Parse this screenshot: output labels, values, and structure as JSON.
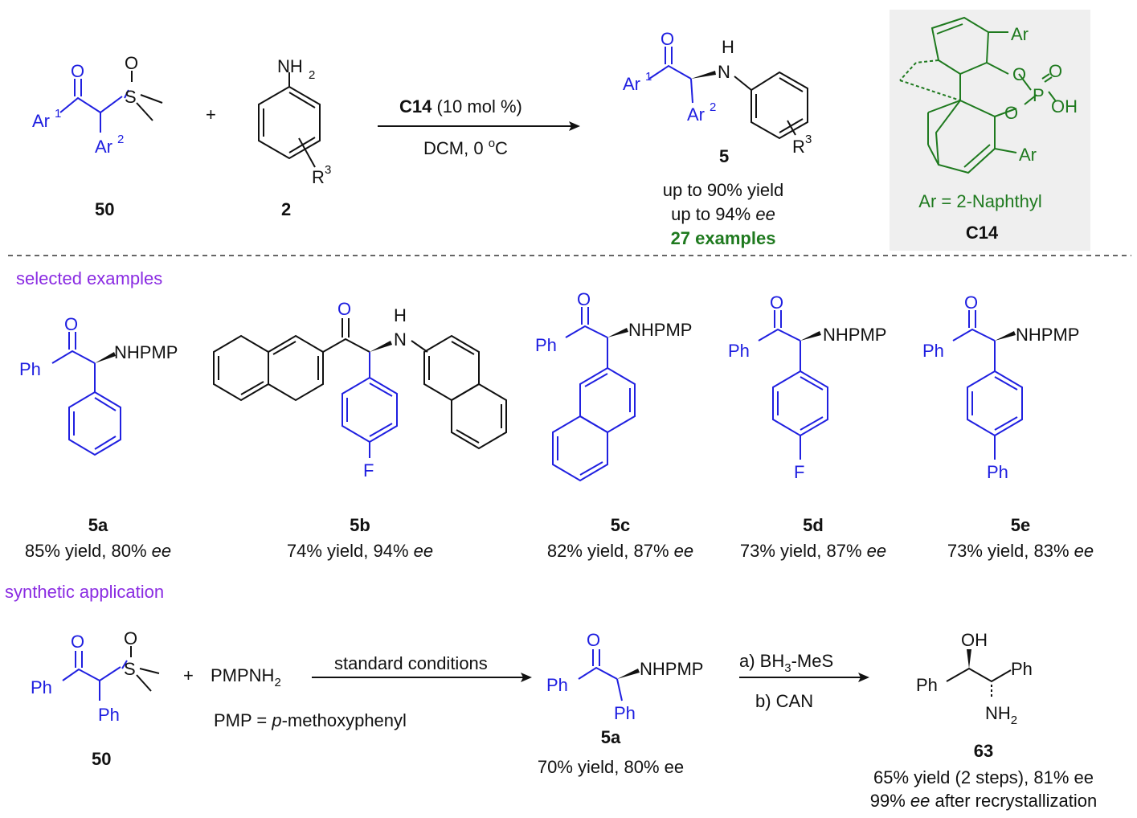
{
  "colors": {
    "text": "#111111",
    "reagent": "#1e1ee0",
    "catalyst": "#1f7a1f",
    "section": "#8a2be2",
    "catalyst_bg": "#efefef"
  },
  "top": {
    "compound_50": {
      "o": "O",
      "ar1": "Ar",
      "ar1_sup": "1",
      "ar2": "Ar",
      "ar2_sup": "2",
      "s": "S",
      "so": "O",
      "label": "50"
    },
    "plus": "+",
    "compound_2": {
      "nh": "NH",
      "nh_sub": "2",
      "r": "R",
      "r_sup": "3",
      "label": "2"
    },
    "conditions": {
      "catalyst": "C14",
      "loading": " (10 mol %)",
      "solvent": "DCM, 0 ",
      "degree": "o",
      "unit": "C"
    },
    "product_5": {
      "o": "O",
      "h": "H",
      "n": "N",
      "ar1": "Ar",
      "ar1_sup": "1",
      "ar2": "Ar",
      "ar2_sup": "2",
      "r": "R",
      "r_sup": "3",
      "label": "5",
      "yield": "up to 90% yield",
      "ee_prefix": "up to 94% ",
      "ee_word": "ee",
      "examples": "27 examples"
    },
    "catalyst_C14": {
      "ar_top": "Ar",
      "ar_bottom": "Ar",
      "o1": "O",
      "o2": "O",
      "p": "P",
      "po": "O",
      "oh": "OH",
      "definition": "Ar = 2-Naphthyl",
      "label": "C14"
    }
  },
  "selected_title": "selected examples",
  "examples": [
    {
      "label": "5a",
      "stats": "85% yield, 80% ",
      "ee": "ee",
      "o": "O",
      "ph": "Ph",
      "amine": "NHPMP"
    },
    {
      "label": "5b",
      "stats": "74% yield, 94% ",
      "ee": "ee",
      "o": "O",
      "h": "H",
      "n": "N",
      "f": "F"
    },
    {
      "label": "5c",
      "stats": "82% yield, 87% ",
      "ee": "ee",
      "o": "O",
      "ph": "Ph",
      "amine": "NHPMP"
    },
    {
      "label": "5d",
      "stats": "73% yield, 87% ",
      "ee": "ee",
      "o": "O",
      "ph": "Ph",
      "amine": "NHPMP",
      "f": "F"
    },
    {
      "label": "5e",
      "stats": "73% yield, 83% ",
      "ee": "ee",
      "o": "O",
      "ph": "Ph",
      "amine": "NHPMP",
      "ph2": "Ph"
    }
  ],
  "synthetic_title": "synthetic application",
  "application": {
    "start": {
      "o": "O",
      "ph": "Ph",
      "ph2": "Ph",
      "s": "S",
      "so": "O",
      "label": "50"
    },
    "plus": "+",
    "amine": "PMPNH",
    "amine_sub": "2",
    "pmp_def_a": "PMP = ",
    "pmp_def_p": "p",
    "pmp_def_b": "-methoxyphenyl",
    "arrow1": "standard conditions",
    "mid": {
      "o": "O",
      "ph": "Ph",
      "ph2": "Ph",
      "amine": "NHPMP",
      "label": "5a",
      "stats": "70% yield, 80% ee"
    },
    "arrow2_a_pre": "a) BH",
    "arrow2_a_sub": "3",
    "arrow2_a_post": "-MeS",
    "arrow2_b": "b) CAN",
    "final": {
      "oh": "OH",
      "ph": "Ph",
      "ph2": "Ph",
      "nh": "NH",
      "nh_sub": "2",
      "label": "63",
      "stats1": "65% yield (2 steps), 81% ee",
      "stats2_ee": "ee",
      "stats2_rest": " after recrystallization",
      "stats2_pre": "99% "
    }
  }
}
